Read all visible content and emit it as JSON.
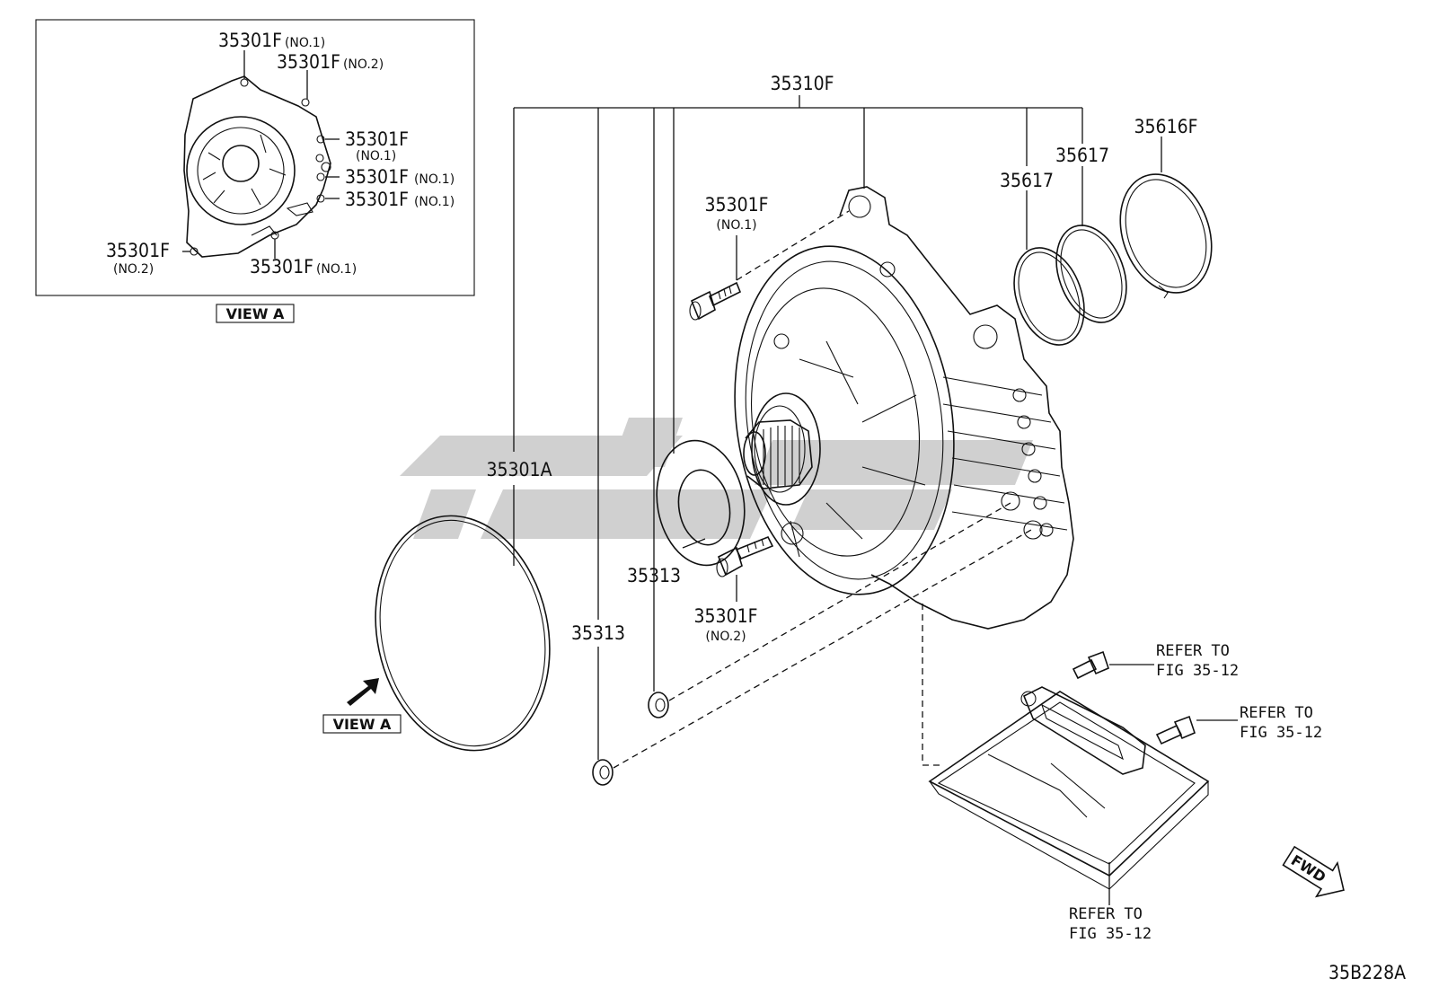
{
  "view_box": {
    "labels": [
      {
        "code": "35301F",
        "note": "(NO.1)"
      },
      {
        "code": "35301F",
        "note": "(NO.2)"
      },
      {
        "code": "35301F",
        "note": "(NO.1)"
      },
      {
        "code": "35301F",
        "note": "(NO.1)"
      },
      {
        "code": "35301F",
        "note": "(NO.1)"
      },
      {
        "code": "35301F",
        "note": "(NO.2)"
      },
      {
        "code": "35301F",
        "note": "(NO.1)"
      }
    ],
    "title": "VIEW A"
  },
  "parts": {
    "p35310F": "35310F",
    "p35616F": "35616F",
    "p35617a": "35617",
    "p35617b": "35617",
    "p35301F_top": {
      "code": "35301F",
      "note": "(NO.1)"
    },
    "p35301A": "35301A",
    "p35313a": "35313",
    "p35313b": "35313",
    "p35301F_low": {
      "code": "35301F",
      "note": "(NO.2)"
    }
  },
  "view_arrow_label": "VIEW A",
  "refers": [
    {
      "line1": "REFER TO",
      "line2": "FIG 35-12"
    },
    {
      "line1": "REFER TO",
      "line2": "FIG 35-12"
    },
    {
      "line1": "REFER TO",
      "line2": "FIG 35-12"
    }
  ],
  "fwd_label": "FWD",
  "diagram_code": "35B228A",
  "colors": {
    "ink": "#111111",
    "watermark": "#c8c8c8"
  }
}
